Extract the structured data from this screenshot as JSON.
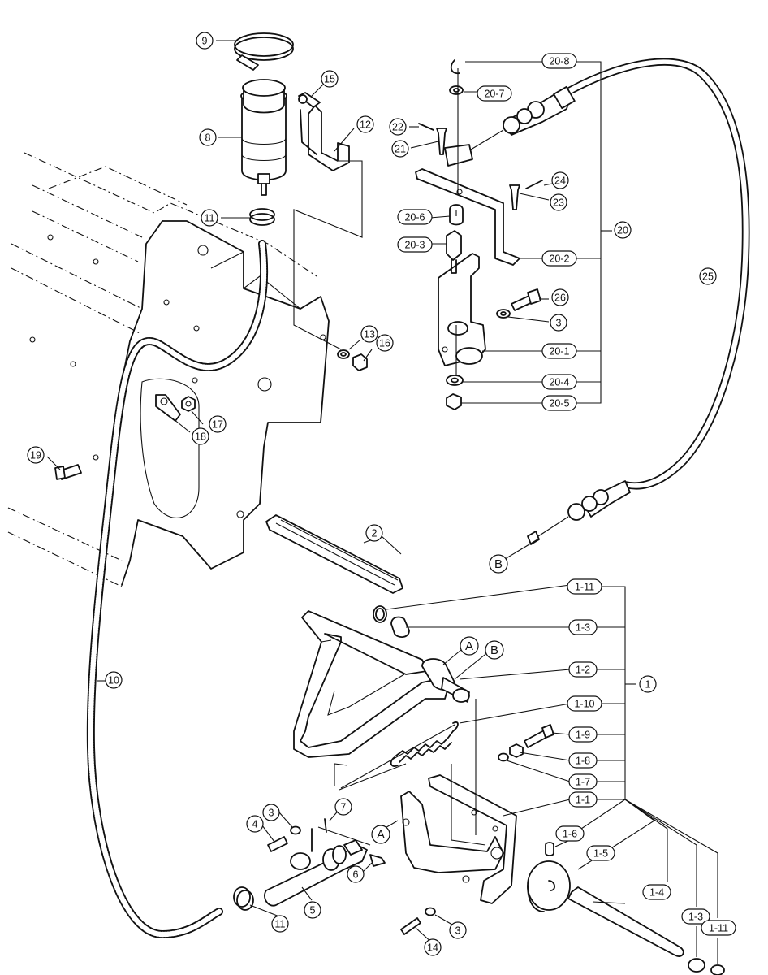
{
  "callouts": [
    {
      "id": "c1",
      "label": "1"
    },
    {
      "id": "c1-1",
      "label": "1-1"
    },
    {
      "id": "c1-2",
      "label": "1-2"
    },
    {
      "id": "c1-3a",
      "label": "1-3"
    },
    {
      "id": "c1-3b",
      "label": "1-3"
    },
    {
      "id": "c1-4",
      "label": "1-4"
    },
    {
      "id": "c1-5",
      "label": "1-5"
    },
    {
      "id": "c1-6",
      "label": "1-6"
    },
    {
      "id": "c1-7",
      "label": "1-7"
    },
    {
      "id": "c1-8",
      "label": "1-8"
    },
    {
      "id": "c1-9",
      "label": "1-9"
    },
    {
      "id": "c1-10",
      "label": "1-10"
    },
    {
      "id": "c1-11a",
      "label": "1-11"
    },
    {
      "id": "c1-11b",
      "label": "1-11"
    },
    {
      "id": "c2",
      "label": "2"
    },
    {
      "id": "c3a",
      "label": "3"
    },
    {
      "id": "c3b",
      "label": "3"
    },
    {
      "id": "c3c",
      "label": "3"
    },
    {
      "id": "c4",
      "label": "4"
    },
    {
      "id": "c5",
      "label": "5"
    },
    {
      "id": "c6",
      "label": "6"
    },
    {
      "id": "c7",
      "label": "7"
    },
    {
      "id": "c8",
      "label": "8"
    },
    {
      "id": "c9",
      "label": "9"
    },
    {
      "id": "c10",
      "label": "10"
    },
    {
      "id": "c11a",
      "label": "11"
    },
    {
      "id": "c11b",
      "label": "11"
    },
    {
      "id": "c12",
      "label": "12"
    },
    {
      "id": "c13",
      "label": "13"
    },
    {
      "id": "c14",
      "label": "14"
    },
    {
      "id": "c15",
      "label": "15"
    },
    {
      "id": "c16",
      "label": "16"
    },
    {
      "id": "c17",
      "label": "17"
    },
    {
      "id": "c18",
      "label": "18"
    },
    {
      "id": "c19",
      "label": "19"
    },
    {
      "id": "c20",
      "label": "20"
    },
    {
      "id": "c20-1",
      "label": "20-1"
    },
    {
      "id": "c20-2",
      "label": "20-2"
    },
    {
      "id": "c20-3",
      "label": "20-3"
    },
    {
      "id": "c20-4",
      "label": "20-4"
    },
    {
      "id": "c20-5",
      "label": "20-5"
    },
    {
      "id": "c20-6",
      "label": "20-6"
    },
    {
      "id": "c20-7",
      "label": "20-7"
    },
    {
      "id": "c20-8",
      "label": "20-8"
    },
    {
      "id": "c21",
      "label": "21"
    },
    {
      "id": "c22",
      "label": "22"
    },
    {
      "id": "c23",
      "label": "23"
    },
    {
      "id": "c24",
      "label": "24"
    },
    {
      "id": "c25",
      "label": "25"
    },
    {
      "id": "c26",
      "label": "26"
    }
  ],
  "connection_markers": [
    {
      "id": "mA1",
      "label": "A"
    },
    {
      "id": "mA2",
      "label": "A"
    },
    {
      "id": "mB1",
      "label": "B"
    },
    {
      "id": "mB2",
      "label": "B"
    }
  ]
}
